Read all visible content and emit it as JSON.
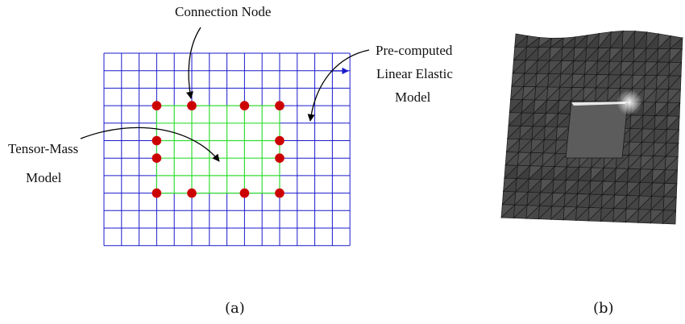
{
  "panel_a": {
    "labels": {
      "connection_node": "Connection Node",
      "linear_elastic_line1": "Pre-computed",
      "linear_elastic_line2": "Linear Elastic",
      "linear_elastic_line3": "Model",
      "tensor_mass_line1": "Tensor-Mass",
      "tensor_mass_line2": "Model"
    },
    "caption": "(a)",
    "colors": {
      "linear_grid": "#1a1acc",
      "tensor_grid": "#33dd33",
      "nodes": "#cc0000"
    },
    "grid": {
      "columns": 14,
      "rows": 11
    },
    "tensor_region": {
      "col_start": 3,
      "col_end": 10,
      "row_start": 3,
      "row_end": 8
    },
    "connection_nodes": [
      [
        3,
        3
      ],
      [
        5,
        3
      ],
      [
        8,
        3
      ],
      [
        10,
        3
      ],
      [
        3,
        5
      ],
      [
        10,
        5
      ],
      [
        3,
        6
      ],
      [
        10,
        6
      ],
      [
        3,
        8
      ],
      [
        5,
        8
      ],
      [
        8,
        8
      ],
      [
        10,
        8
      ]
    ]
  },
  "panel_b": {
    "caption": "(b)",
    "colors": {
      "mesh_fill": "#4a4a4a",
      "mesh_lines": "#1a1a1a",
      "block_fill": "#5c5c5c"
    },
    "mesh": {
      "subdivisions": 14
    }
  }
}
